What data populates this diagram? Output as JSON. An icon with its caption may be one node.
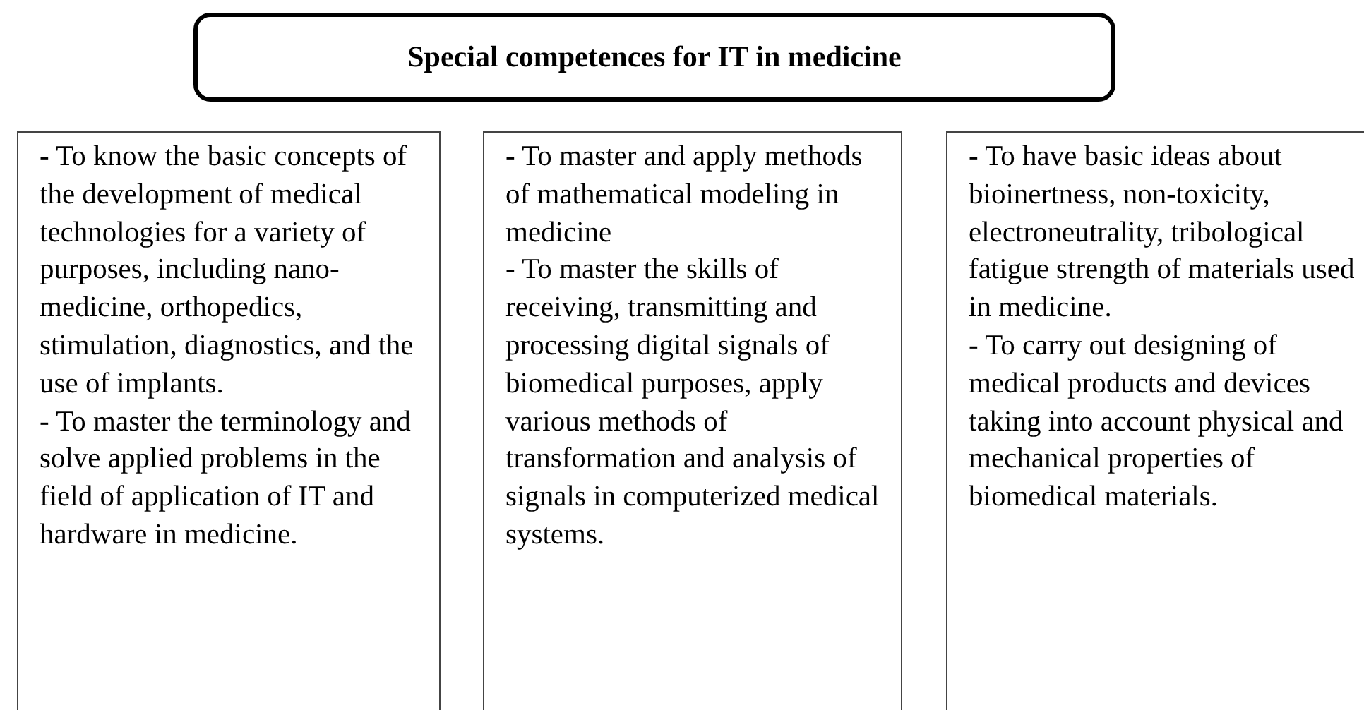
{
  "diagram": {
    "nodes": [
      {
        "text": [
          "Special competences for IT in medicine"
        ]
      },
      {
        "text": [
          "- To know the basic concepts of the development of medical technologies for a variety of purposes, including nano-medicine, orthopedics, stimulation, diagnostics, and the use of implants.",
          "- To master the terminology and solve applied problems in the field of application of IT and hardware in medicine."
        ]
      },
      {
        "text": [
          "- To master and apply methods of mathematical modeling in medicine",
          "- To master the skills of receiving, transmitting and processing digital signals of biomedical purposes, apply various methods of transformation and analysis of signals in computerized medical systems."
        ]
      },
      {
        "text": [
          "- To have basic ideas about bioinertness, non-toxicity, electroneutrality, tribological fatigue strength of materials used in medicine.",
          "- To carry out designing of medical products and devices taking into account physical and mechanical properties of biomedical materials."
        ]
      }
    ]
  }
}
